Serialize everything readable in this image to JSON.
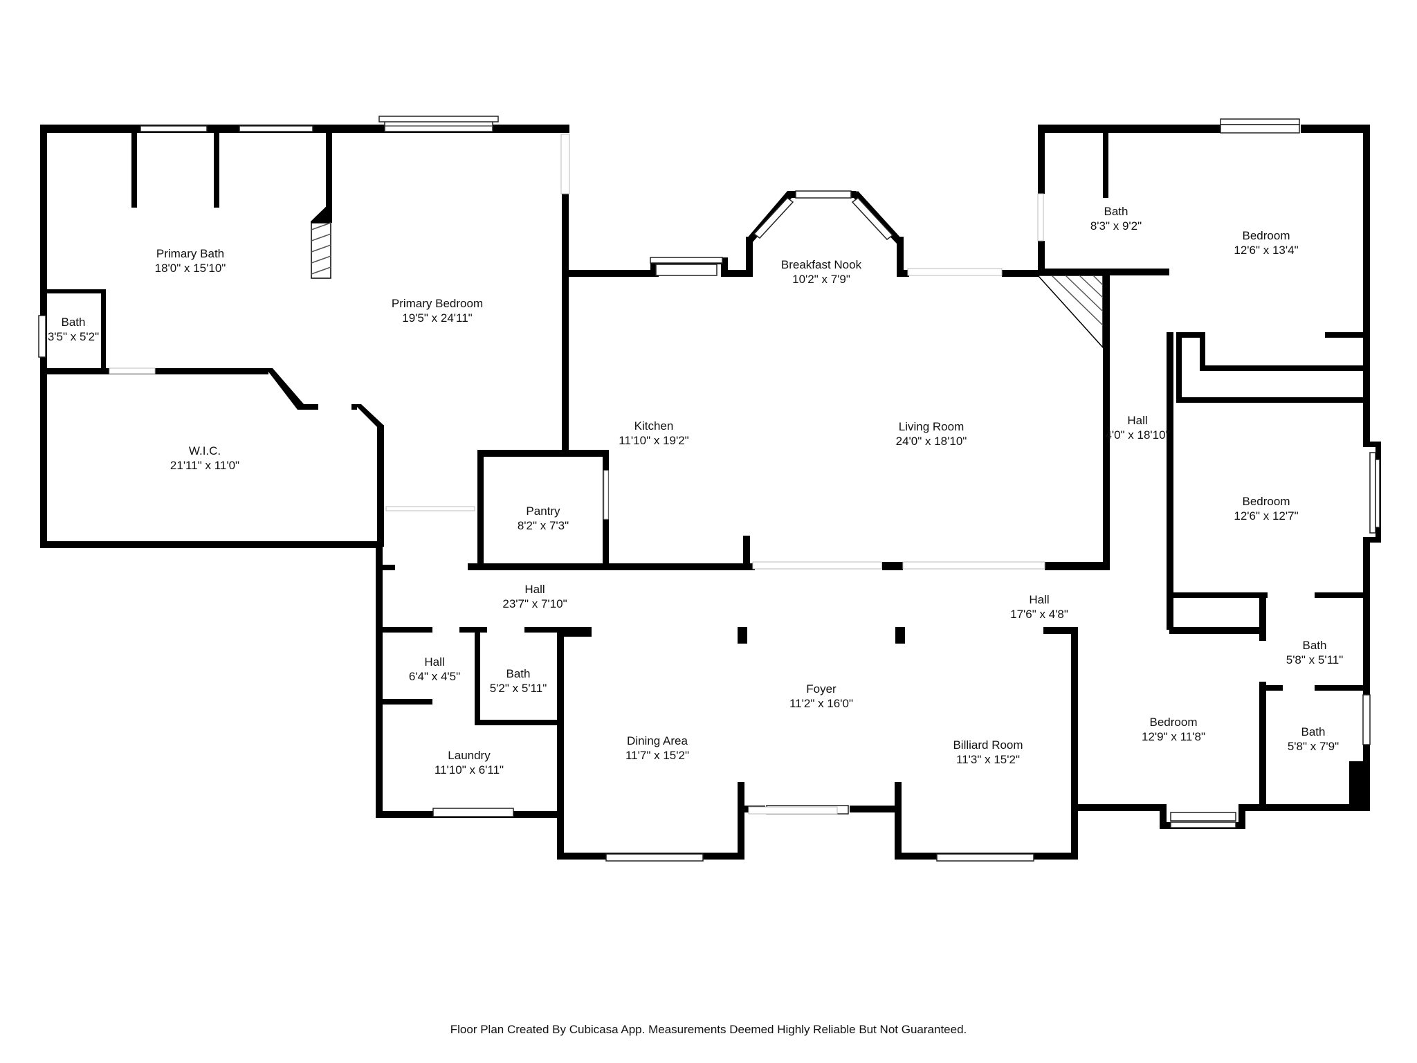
{
  "rooms": {
    "primary_bath": {
      "name": "Primary Bath",
      "dims": "18'0\" x 15'10\""
    },
    "small_bath_w": {
      "name": "Bath",
      "dims": "3'5\" x 5'2\""
    },
    "primary_bedroom": {
      "name": "Primary Bedroom",
      "dims": "19'5\" x 24'11\""
    },
    "wic": {
      "name": "W.I.C.",
      "dims": "21'11\" x 11'0\""
    },
    "kitchen": {
      "name": "Kitchen",
      "dims": "11'10\" x 19'2\""
    },
    "breakfast_nook": {
      "name": "Breakfast Nook",
      "dims": "10'2\" x 7'9\""
    },
    "living_room": {
      "name": "Living Room",
      "dims": "24'0\" x 18'10\""
    },
    "pantry": {
      "name": "Pantry",
      "dims": "8'2\" x 7'3\""
    },
    "bath_ne": {
      "name": "Bath",
      "dims": "8'3\" x 9'2\""
    },
    "bedroom_ne": {
      "name": "Bedroom",
      "dims": "12'6\" x 13'4\""
    },
    "hall_e": {
      "name": "Hall",
      "dims": "4'0\" x 18'10\""
    },
    "bedroom_e": {
      "name": "Bedroom",
      "dims": "12'6\" x 12'7\""
    },
    "hall_main": {
      "name": "Hall",
      "dims": "23'7\" x 7'10\""
    },
    "hall_right": {
      "name": "Hall",
      "dims": "17'6\" x 4'8\""
    },
    "hall_small": {
      "name": "Hall",
      "dims": "6'4\" x 4'5\""
    },
    "bath_mid": {
      "name": "Bath",
      "dims": "5'2\" x 5'11\""
    },
    "laundry": {
      "name": "Laundry",
      "dims": "11'10\" x 6'11\""
    },
    "dining": {
      "name": "Dining Area",
      "dims": "11'7\" x 15'2\""
    },
    "foyer": {
      "name": "Foyer",
      "dims": "11'2\" x 16'0\""
    },
    "billiard": {
      "name": "Billiard Room",
      "dims": "11'3\" x 15'2\""
    },
    "bedroom_se": {
      "name": "Bedroom",
      "dims": "12'9\" x 11'8\""
    },
    "bath_se1": {
      "name": "Bath",
      "dims": "5'8\" x 5'11\""
    },
    "bath_se2": {
      "name": "Bath",
      "dims": "5'8\" x 7'9\""
    }
  },
  "footer": "Floor Plan Created By Cubicasa App. Measurements Deemed Highly Reliable But Not Guaranteed."
}
